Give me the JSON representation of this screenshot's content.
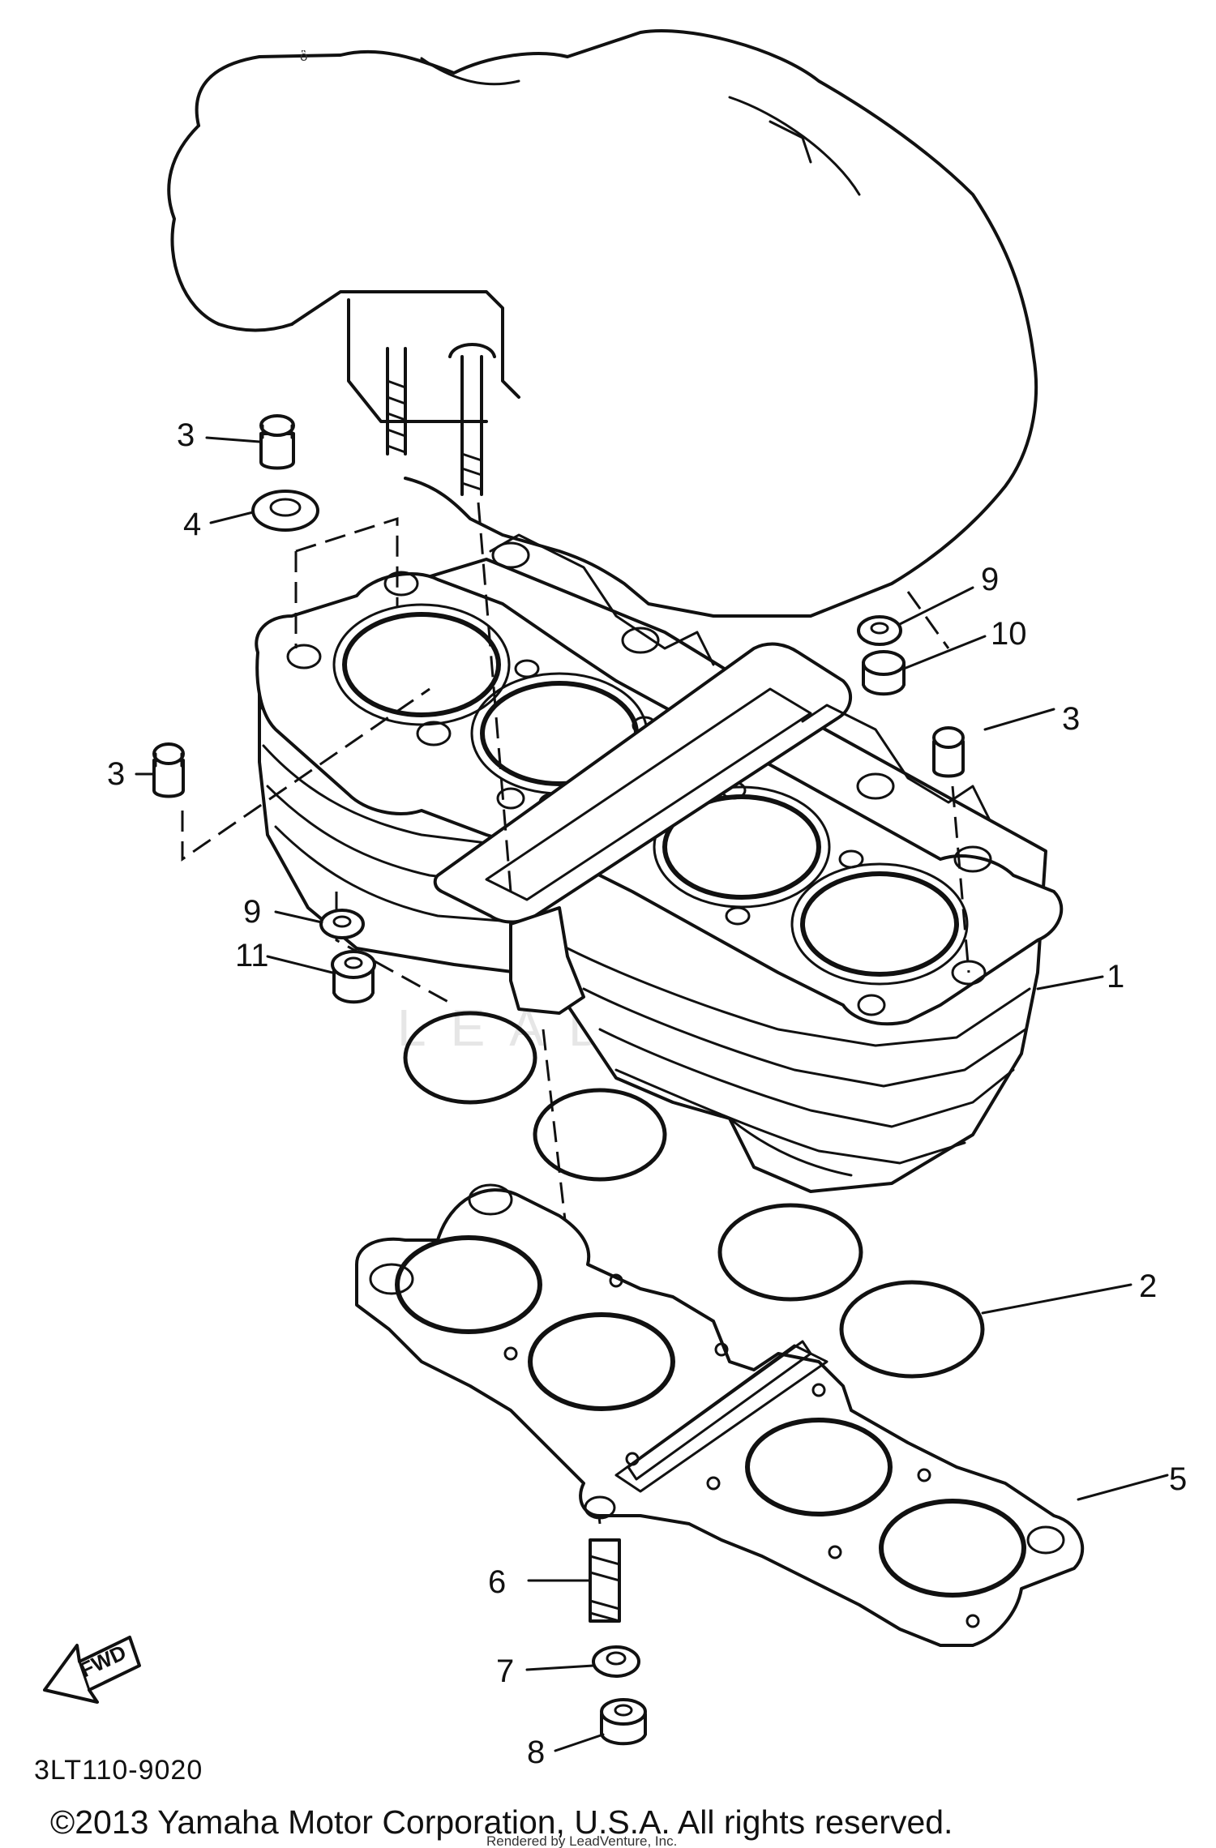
{
  "diagram": {
    "callouts": [
      {
        "id": "c1",
        "label": "1"
      },
      {
        "id": "c2",
        "label": "2"
      },
      {
        "id": "c3a",
        "label": "3"
      },
      {
        "id": "c3b",
        "label": "3"
      },
      {
        "id": "c3c",
        "label": "3"
      },
      {
        "id": "c4",
        "label": "4"
      },
      {
        "id": "c5",
        "label": "5"
      },
      {
        "id": "c6",
        "label": "6"
      },
      {
        "id": "c7",
        "label": "7"
      },
      {
        "id": "c8",
        "label": "8"
      },
      {
        "id": "c9a",
        "label": "9"
      },
      {
        "id": "c9b",
        "label": "9"
      },
      {
        "id": "c10",
        "label": "10"
      },
      {
        "id": "c11",
        "label": "11"
      }
    ],
    "fwd_label": "FWD",
    "diagram_code": "3LT110-9020",
    "watermark": "LEADVENTURE",
    "copyright": "©2013 Yamaha Motor Corporation, U.S.A. All rights reserved.",
    "sub_credit": "Rendered by LeadVenture, Inc."
  },
  "colors": {
    "line": "#111111",
    "background": "#ffffff",
    "watermark": "#e6e6e6"
  }
}
